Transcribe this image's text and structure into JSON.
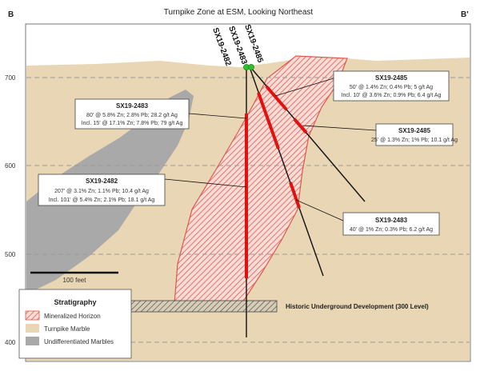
{
  "title": "Turnpike Zone at ESM, Looking Northeast",
  "section_left": "B",
  "section_right": "B'",
  "elevations": [
    "700",
    "600",
    "500",
    "400"
  ],
  "drillholes": [
    "SX19-2482",
    "SX19-2483",
    "SX19-2485"
  ],
  "callouts": [
    {
      "hole": "SX19-2483",
      "lines": [
        "80' @ 5.8% Zn; 2.8% Pb; 28.2 g/t Ag",
        "Incl. 15' @ 17.1% Zn; 7.8% Pb; 79 g/t Ag"
      ]
    },
    {
      "hole": "SX19-2485",
      "lines": [
        "50' @ 1.4% Zn; 0.4% Pb; 5 g/t Ag",
        "Incl. 10' @ 3.6% Zn; 0.9% Pb; 6.4 g/t Ag"
      ]
    },
    {
      "hole": "SX19-2485",
      "lines": [
        "25' @ 1.3% Zn; 1% Pb; 10.1 g/t Ag"
      ]
    },
    {
      "hole": "SX19-2482",
      "lines": [
        "207' @ 3.1% Zn; 1.1% Pb; 10.4 g/t Ag",
        "Incl. 101' @ 5.4% Zn; 2.1% Pb; 18.1 g/t Ag"
      ]
    },
    {
      "hole": "SX19-2483",
      "lines": [
        "40' @ 1% Zn; 0.3% Pb; 6.2 g/t Ag"
      ]
    }
  ],
  "scale_bar": "100 feet",
  "legend": {
    "title": "Stratigraphy",
    "items": [
      "Mineralized Horizon",
      "Turnpike Marble",
      "Undifferentiated Marbles"
    ]
  },
  "historic_label": "Historic Underground Development (300 Level)",
  "colors": {
    "turnpike_marble": "#e9d6b4",
    "undiff_marble": "#aaaaaa",
    "mineralized": "#e05a4f",
    "intercept": "#e2110f",
    "collar": "#2fc02f"
  }
}
